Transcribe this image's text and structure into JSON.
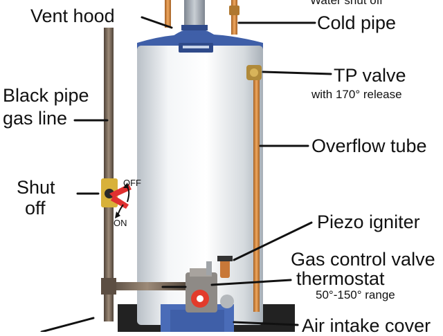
{
  "labels": {
    "water_shutoff": "Water shut off",
    "vent_hood": "Vent hood",
    "cold_pipe": "Cold pipe",
    "black_pipe_line1": "Black pipe",
    "black_pipe_line2": "gas line",
    "tp_valve": "TP valve",
    "tp_valve_note": "with 170° release",
    "overflow_tube": "Overflow tube",
    "shut_off_line1": "Shut",
    "shut_off_line2": "off",
    "valve_off": "OFF",
    "valve_on": "ON",
    "piezo_igniter": "Piezo igniter",
    "gas_control_valve": "Gas control valve",
    "thermostat": "thermostat",
    "thermostat_range": "50°-150° range",
    "air_intake_cover": "Air intake cover"
  },
  "colors": {
    "tank_body": "#e8ecef",
    "tank_trim": "#3f5fa8",
    "copper": "#d98a3a",
    "gas_pipe": "#7a6a5a",
    "shutoff_valve": "#d8b13a",
    "valve_handle": "#e03030",
    "base": "#1a1a1a"
  }
}
